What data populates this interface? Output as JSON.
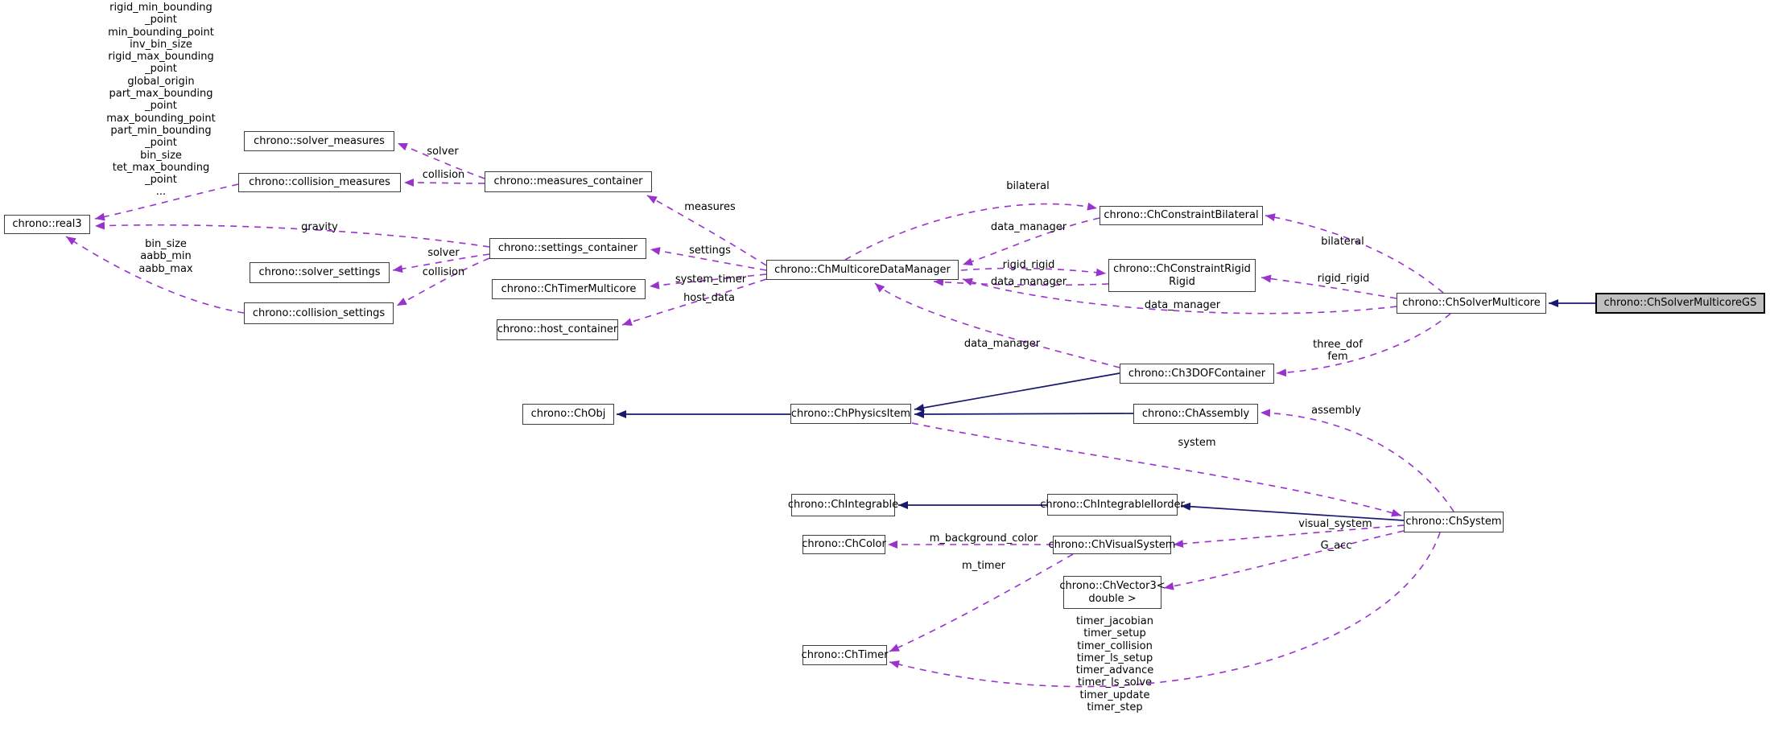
{
  "diagram": {
    "type": "doxygen-collaboration-graph",
    "focus_node": "chrono::ChSolverMulticoreGS",
    "colors": {
      "background": "#ffffff",
      "node_fill": "#ffffff",
      "node_border": "#3d3d3d",
      "focus_node_fill": "#bfbfbf",
      "inheritance_edge": "#191970",
      "usage_edge": "#9a32cd",
      "text": "#000000"
    }
  },
  "nodes": {
    "real3": "chrono::real3",
    "solver_measures": "chrono::solver_measures",
    "collision_measures": "chrono::collision_measures",
    "measures_container": "chrono::measures_container",
    "settings_container": "chrono::settings_container",
    "timer_multicore": "chrono::ChTimerMulticore",
    "host_container": "chrono::host_container",
    "data_manager": "chrono::ChMulticoreDataManager",
    "solver_settings": "chrono::solver_settings",
    "collision_settings": "chrono::collision_settings",
    "constraint_bilateral": "chrono::ChConstraintBilateral",
    "constraint_rigid_rigid": "chrono::ChConstraintRigid\nRigid",
    "solver_multicore": "chrono::ChSolverMulticore",
    "solver_multicore_gs": "chrono::ChSolverMulticoreGS",
    "ch3dof_container": "chrono::Ch3DOFContainer",
    "physics_item": "chrono::ChPhysicsItem",
    "chobj": "chrono::ChObj",
    "chassembly": "chrono::ChAssembly",
    "integrable": "chrono::ChIntegrable",
    "integrable_iiorder": "chrono::ChIntegrableIIorder",
    "chcolor": "chrono::ChColor",
    "visual_system": "chrono::ChVisualSystem",
    "vector3": "chrono::ChVector3<\ndouble >",
    "chtimer": "chrono::ChTimer",
    "chsystem": "chrono::ChSystem"
  },
  "edge_labels": {
    "members_real3": "rigid_min_bounding\n_point\nmin_bounding_point\ninv_bin_size\nrigid_max_bounding\n_point\nglobal_origin\npart_max_bounding\n_point\nmax_bounding_point\npart_min_bounding\n_point\nbin_size\ntet_max_bounding\n_point\n...",
    "solver_measures_ref": "solver",
    "collision_measures_ref": "collision",
    "gravity": "gravity",
    "bin_aabb": "bin_size\naabb_min\naabb_max",
    "solver_settings_ref": "solver",
    "collision_settings_ref": "collision",
    "measures": "measures",
    "settings": "settings",
    "system_timer": "system_timer",
    "host_data": "host_data",
    "bilateral_left": "bilateral",
    "data_manager_bilateral": "data_manager",
    "rigid_rigid_left": "rigid_rigid",
    "data_manager_rigid": "data_manager",
    "data_manager_solver": "data_manager",
    "bilateral_right": "bilateral",
    "rigid_rigid_right": "rigid_rigid",
    "three_dof_fem": "three_dof\nfem",
    "data_manager_3dof": "data_manager",
    "system": "system",
    "assembly": "assembly",
    "visual_system_ref": "visual_system",
    "g_acc": "G_acc",
    "m_background_color": "m_background_color",
    "m_timer": "m_timer",
    "timers": "timer_jacobian\ntimer_setup\ntimer_collision\ntimer_ls_setup\ntimer_advance\ntimer_ls_solve\ntimer_update\ntimer_step"
  }
}
